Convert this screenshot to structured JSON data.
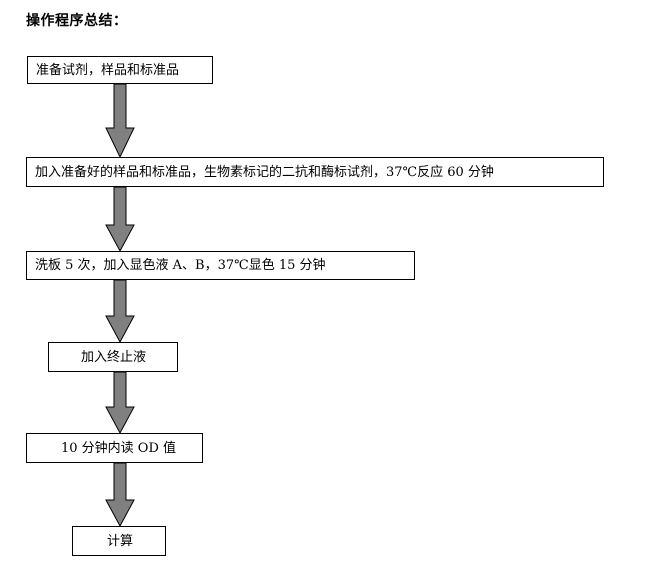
{
  "heading": "操作程序总结：",
  "steps": [
    "准备试剂，样品和标准品",
    "加入准备好的样品和标准品，生物素标记的二抗和酶标试剂，37℃反应 60 分钟",
    "洗板 5 次，加入显色液 A、B，37℃显色 15 分钟",
    "加入终止液",
    "10 分钟内读 OD 值",
    "计算"
  ],
  "colors": {
    "arrow_fill": "#808080",
    "arrow_stroke": "#000000",
    "box_border": "#000000",
    "text": "#000000",
    "background": "#ffffff"
  }
}
